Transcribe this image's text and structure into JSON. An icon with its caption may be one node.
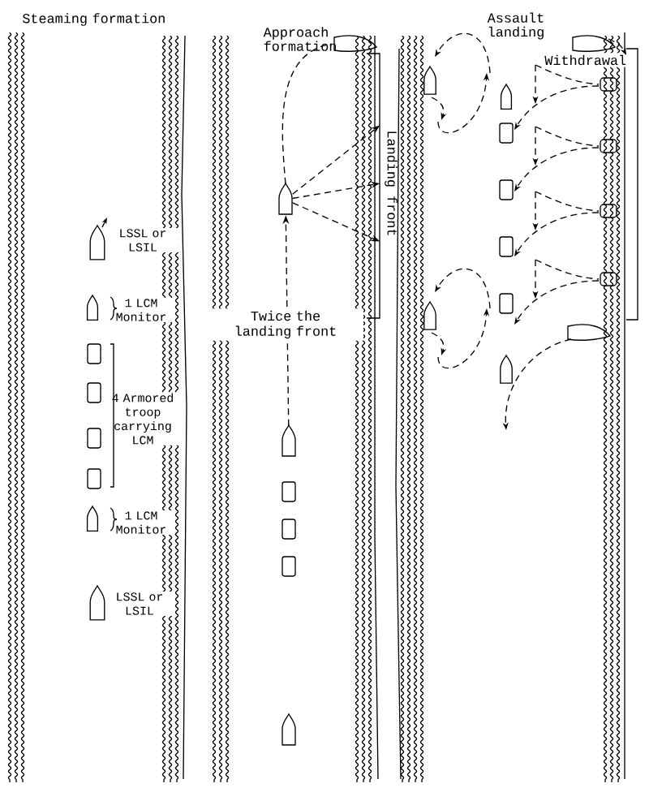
{
  "diagram": {
    "nodes": [
      {
        "text": [
          "Landing front"
        ]
      },
      {
        "text": [],
        "shape": "boat"
      },
      {
        "text": [],
        "shape": "boat"
      },
      {
        "text": [],
        "shape": "boat"
      }
    ],
    "edges": [
      {
        "from": 1,
        "to": 0,
        "arrow": "to",
        "style": "dashed"
      },
      {
        "from": 1,
        "to": 0,
        "arrow": "to",
        "style": "dashed"
      },
      {
        "from": 1,
        "to": 0,
        "arrow": "to",
        "style": "dashed"
      },
      {
        "from": 2,
        "to": 1,
        "arrow": "to",
        "style": "dashed",
        "label": "Twice the landing front"
      },
      {
        "from": 1,
        "to": 3,
        "arrow": "none",
        "style": "dashed"
      }
    ],
    "labels": [
      "Steaming formation",
      "Approach formation",
      "Assault landing",
      "Withdrawal",
      "LSSL or LSIL",
      "1 LCM Monitor",
      "4 Armored troop carrying LCM",
      "1 LCM Monitor",
      "LSSL or LSIL"
    ]
  }
}
